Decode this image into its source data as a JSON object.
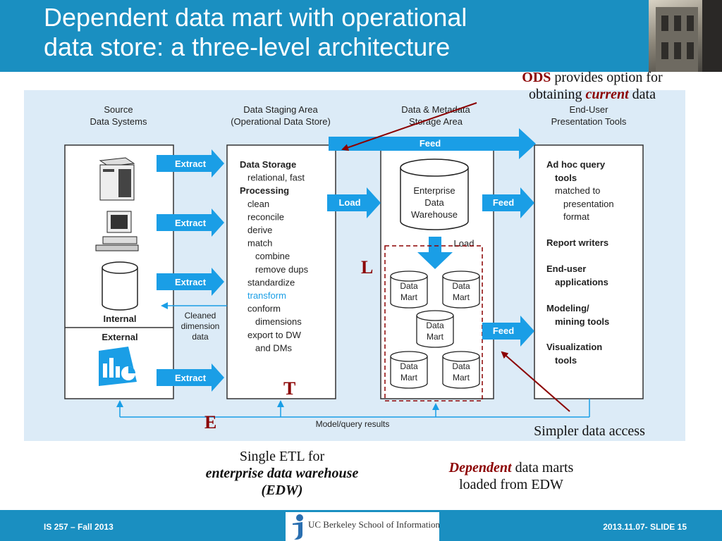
{
  "title_lines": [
    "Dependent data mart with operational",
    "data store: a three-level architecture"
  ],
  "colors": {
    "accent": "#1a8fc1",
    "arrow": "#1a9ee6",
    "dark_red": "#8b0000",
    "diagram_bg": "#dcebf7"
  },
  "diagram": {
    "headers": {
      "source": [
        "Source",
        "Data Systems"
      ],
      "staging": [
        "Data Staging Area",
        "(Operational Data Store)"
      ],
      "storage": [
        "Data & Metadata",
        "Storage Area"
      ],
      "enduser": [
        "End-User",
        "Presentation Tools"
      ]
    },
    "source_labels": {
      "internal": "Internal",
      "external": "External"
    },
    "extract_label": "Extract",
    "load_label": "Load",
    "feed_label": "Feed",
    "staging_lines": [
      {
        "text": "Data Storage",
        "bold": true,
        "indent": 0
      },
      {
        "text": "relational, fast",
        "bold": false,
        "indent": 1
      },
      {
        "text": "Processing",
        "bold": true,
        "indent": 0
      },
      {
        "text": "clean",
        "bold": false,
        "indent": 1
      },
      {
        "text": "reconcile",
        "bold": false,
        "indent": 1
      },
      {
        "text": "derive",
        "bold": false,
        "indent": 1
      },
      {
        "text": "match",
        "bold": false,
        "indent": 1
      },
      {
        "text": "combine",
        "bold": false,
        "indent": 2
      },
      {
        "text": "remove dups",
        "bold": false,
        "indent": 2
      },
      {
        "text": "standardize",
        "bold": false,
        "indent": 1
      },
      {
        "text": "transform",
        "bold": false,
        "indent": 1,
        "highlight": true
      },
      {
        "text": "conform",
        "bold": false,
        "indent": 1
      },
      {
        "text": "dimensions",
        "bold": false,
        "indent": 2
      },
      {
        "text": "export to DW",
        "bold": false,
        "indent": 1
      },
      {
        "text": "and DMs",
        "bold": false,
        "indent": 2
      }
    ],
    "edw_label": [
      "Enterprise",
      "Data",
      "Warehouse"
    ],
    "data_mart_label": [
      "Data",
      "Mart"
    ],
    "cleaned_label": [
      "Cleaned",
      "dimension",
      "data"
    ],
    "model_query_label": "Model/query results",
    "enduser_lines": [
      {
        "text": "Ad hoc query",
        "indent": 0
      },
      {
        "text": "tools",
        "indent": 1
      },
      {
        "text": "matched to",
        "indent": 1,
        "normal": true
      },
      {
        "text": "presentation",
        "indent": 2,
        "normal": true
      },
      {
        "text": "format",
        "indent": 2,
        "normal": true
      },
      {
        "text": "Report writers",
        "indent": 0
      },
      {
        "text": "End-user",
        "indent": 0
      },
      {
        "text": "applications",
        "indent": 1
      },
      {
        "text": "Modeling/",
        "indent": 0
      },
      {
        "text": "mining tools",
        "indent": 1
      },
      {
        "text": "Visualization",
        "indent": 0
      },
      {
        "text": "tools",
        "indent": 1
      }
    ],
    "letters": {
      "e": "E",
      "t": "T",
      "l": "L"
    }
  },
  "annotations": {
    "ods_word": "ODS",
    "ods_rest1": " provides option for",
    "ods_line2_a": "obtaining ",
    "ods_line2_em": "current",
    "ods_line2_b": " data",
    "simpler": "Simpler data access",
    "single_etl_1": "Single ETL for",
    "single_etl_2": "enterprise data warehouse",
    "single_etl_3": "(EDW)",
    "dependent_em": "Dependent",
    "dependent_rest": " data marts",
    "dependent_line2": "loaded from EDW"
  },
  "footer": {
    "left": "IS 257 – Fall 2013",
    "logo_text": "UC Berkeley School of Information",
    "right": "2013.11.07- SLIDE 15"
  }
}
